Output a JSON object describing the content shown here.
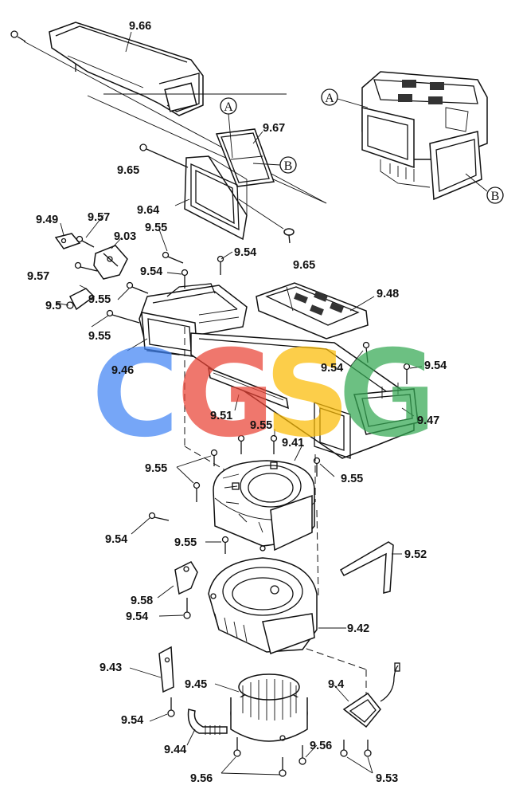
{
  "labels": {
    "p966": "9.66",
    "p967": "9.67",
    "p965a": "9.65",
    "p965b": "9.65",
    "p964": "9.64",
    "p949": "9.49",
    "p957a": "9.57",
    "p903": "9.03",
    "p955a": "9.55",
    "p957b": "9.57",
    "p954a": "9.54",
    "p954b": "9.54",
    "p955b": "9.55",
    "p95": "9.5",
    "p955c": "9.55",
    "p948": "9.48",
    "p946": "9.46",
    "p954c": "9.54",
    "p954d": "9.54",
    "p951": "9.51",
    "p955d": "9.55",
    "p941": "9.41",
    "p947": "9.47",
    "p955e": "9.55",
    "p955f": "9.55",
    "p954e": "9.54",
    "p955g": "9.55",
    "p952": "9.52",
    "p958": "9.58",
    "p954f": "9.54",
    "p942": "9.42",
    "p943": "9.43",
    "p945": "9.45",
    "p94": "9.4",
    "p954g": "9.54",
    "p944": "9.44",
    "p956a": "9.56",
    "p956b": "9.56",
    "p953": "9.53"
  },
  "callouts": {
    "a_top": "A",
    "a_mid": "A",
    "b_mid": "B",
    "b_right": "B"
  },
  "watermark": {
    "letters": [
      "C",
      "G",
      "S",
      "G"
    ],
    "colors": [
      "#4285F4",
      "#EA4335",
      "#FBBC05",
      "#34A853"
    ]
  }
}
